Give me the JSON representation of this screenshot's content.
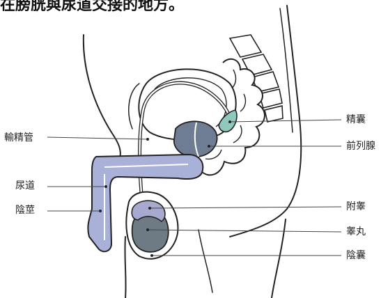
{
  "heading": "在膀胱與尿道交接的地方。",
  "labels": {
    "vas_deferens": "輸精管",
    "urethra": "尿道",
    "penis": "陰莖",
    "seminal_vesicle": "精囊",
    "prostate": "前列腺",
    "epididymis": "附睾",
    "testis": "睾丸",
    "scrotum": "陰囊"
  },
  "colors": {
    "urethra": "#a9b1d8",
    "prostate": "#6f7d94",
    "seminal_vesicle": "#8fc9bd",
    "epididymis": "#a8a9cf",
    "testis": "#6f7b84",
    "outline": "#222222"
  }
}
